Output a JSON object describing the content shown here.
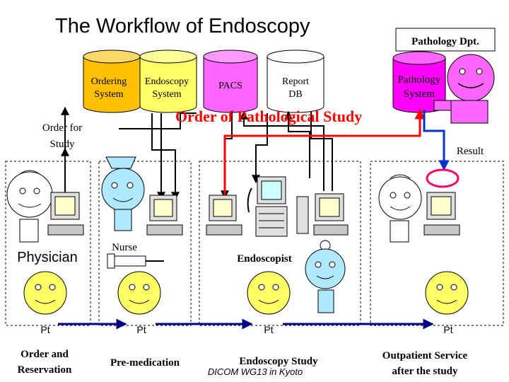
{
  "title": "The Workflow of Endoscopy",
  "pathology_dept": "Pathology Dpt.",
  "databases": [
    {
      "label_lines": [
        "Ordering",
        "System"
      ],
      "color": "#ffc000"
    },
    {
      "label_lines": [
        "Endoscopy",
        "System"
      ],
      "color": "#ffff66"
    },
    {
      "label_lines": [
        "PACS"
      ],
      "color": "#ff66ff"
    },
    {
      "label_lines": [
        "Report",
        "DB"
      ],
      "color": "#ffffff"
    }
  ],
  "pathology_system": {
    "label_lines": [
      "Pathology",
      "System"
    ],
    "color": "#ff00ff"
  },
  "order_for_study": [
    "Order for",
    "Study"
  ],
  "order_pathological": "Order of Pathological Study",
  "result": "Result",
  "roles": {
    "physician": "Physician",
    "nurse": "Nurse",
    "endoscopist": "Endoscopist"
  },
  "patient_label": "Pt",
  "stages": [
    {
      "lines": [
        "Order and",
        "Reservation"
      ]
    },
    {
      "lines": [
        "Pre-medication"
      ]
    },
    {
      "lines": [
        "Endoscopy Study"
      ]
    },
    {
      "lines": [
        "Outpatient Service",
        "after the study"
      ]
    }
  ],
  "footer": "DICOM WG13 in Kyoto",
  "colors": {
    "arrow": "#000000",
    "order_red": "#ff0000",
    "result_blue": "#0033cc",
    "highlight_ring": "#ff0066",
    "patient_face": "#ffff66",
    "patient_flow": "#000080",
    "staff_head": "#b0e8ff"
  }
}
